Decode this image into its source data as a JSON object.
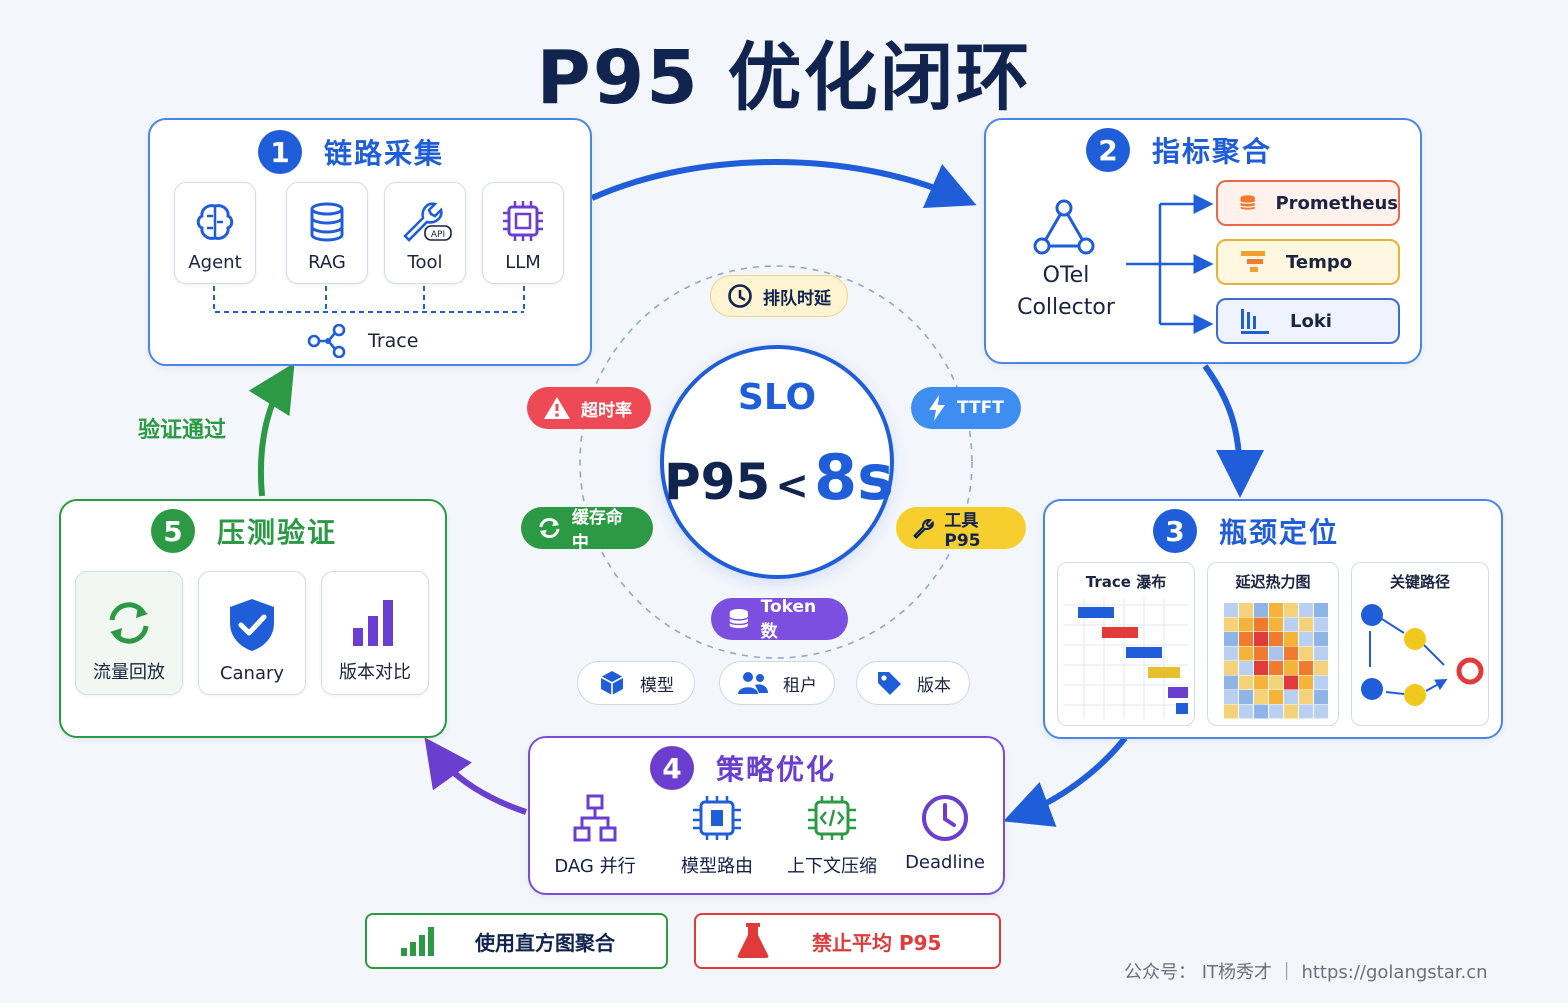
{
  "title": "P95 优化闭环",
  "steps": {
    "collect": {
      "num": "1",
      "title": "链路采集",
      "tiles": [
        "Agent",
        "RAG",
        "Tool",
        "LLM"
      ],
      "api_badge": "API",
      "trace": "Trace"
    },
    "aggregate": {
      "num": "2",
      "title": "指标聚合",
      "collector_line1": "OTel",
      "collector_line2": "Collector",
      "stores": [
        "Prometheus",
        "Tempo",
        "Loki"
      ]
    },
    "locate": {
      "num": "3",
      "title": "瓶颈定位",
      "views": [
        "Trace 瀑布",
        "延迟热力图",
        "关键路径"
      ]
    },
    "optimize": {
      "num": "4",
      "title": "策略优化",
      "items": [
        "DAG 并行",
        "模型路由",
        "上下文压缩",
        "Deadline"
      ]
    },
    "verify": {
      "num": "5",
      "title": "压测验证",
      "items": [
        "流量回放",
        "Canary",
        "版本对比"
      ]
    }
  },
  "center": {
    "label": "SLO",
    "p95": "P95",
    "lt": "<",
    "target": "8s"
  },
  "metrics": {
    "queue": "排队时延",
    "timeout": "超时率",
    "ttft": "TTFT",
    "cache": "缓存命中",
    "tool": "工具 P95",
    "token": "Token 数"
  },
  "dimensions": [
    "模型",
    "租户",
    "版本"
  ],
  "verified_label": "验证通过",
  "footer": {
    "good": "使用直方图聚合",
    "bad": "禁止平均 P95",
    "credit": "公众号： IT杨秀才 ｜ https://golangstar.cn"
  },
  "colors": {
    "blue": "#1f5ed8",
    "green": "#2c9a45",
    "purple": "#6a3fd0",
    "red": "#e03a3a",
    "navy": "#10244f"
  }
}
